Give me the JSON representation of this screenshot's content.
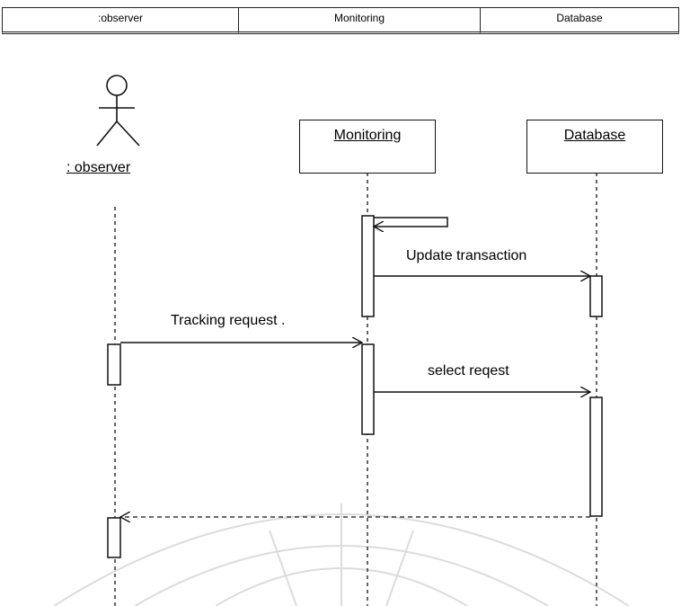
{
  "header": {
    "columns": [
      ":observer",
      "Monitoring",
      "Database"
    ]
  },
  "lifelines": {
    "observer": ": observer",
    "monitoring": "Monitoring",
    "database": "Database"
  },
  "messages": {
    "update": "Update transaction",
    "tracking": "Tracking request .",
    "select": "select reqest"
  }
}
